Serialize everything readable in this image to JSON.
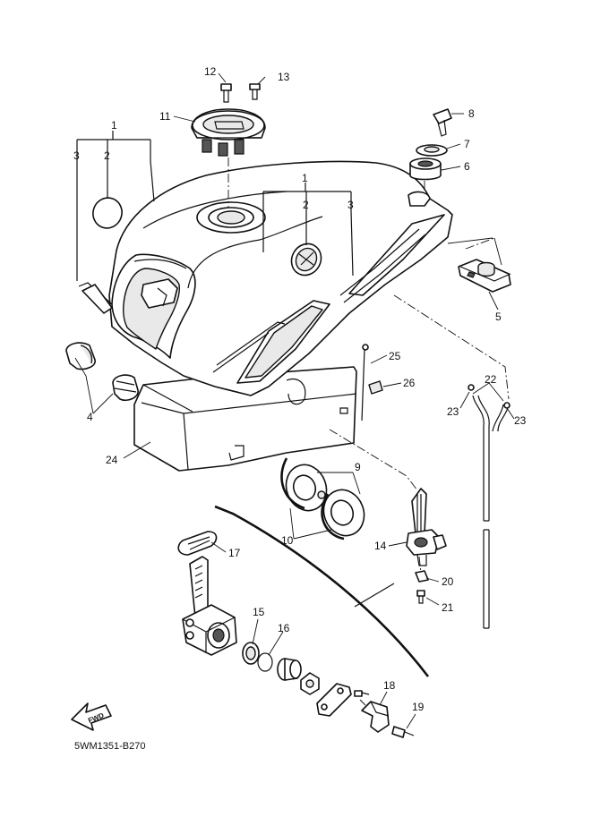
{
  "part_labels": {
    "p1a": "1",
    "p2a": "2",
    "p3a": "3",
    "p1b": "1",
    "p2b": "2",
    "p3b": "3",
    "p4": "4",
    "p5": "5",
    "p6": "6",
    "p7": "7",
    "p8": "8",
    "p9": "9",
    "p10": "10",
    "p11": "11",
    "p12": "12",
    "p13": "13",
    "p14": "14",
    "p15": "15",
    "p16": "16",
    "p17": "17",
    "p18": "18",
    "p19": "19",
    "p20": "20",
    "p21": "21",
    "p22": "22",
    "p23a": "23",
    "p23b": "23",
    "p24": "24",
    "p25": "25",
    "p26": "26"
  },
  "fwd_label": "FWD",
  "diagram_code": "5WM1351-B270"
}
